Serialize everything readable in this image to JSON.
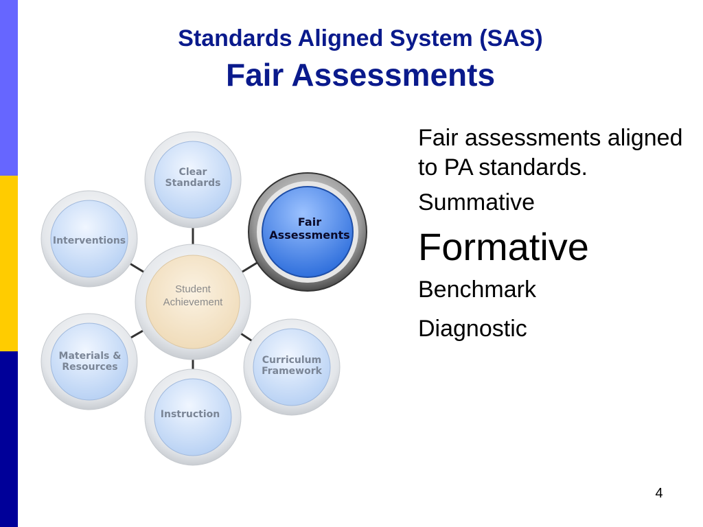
{
  "colors": {
    "bar_top": "#6666ff",
    "bar_mid": "#ffcc00",
    "bar_bot": "#000099",
    "title": "#0a1a8c",
    "node_fill": "#c8dcf8",
    "node_active": "#3a78e0",
    "center_fill": "#f7e6c8"
  },
  "title": {
    "line1": "Standards Aligned System (SAS)",
    "line2": "Fair Assessments"
  },
  "diagram": {
    "center": "Student Achievement",
    "nodes": [
      {
        "id": "clear-standards",
        "label1": "Clear",
        "label2": "Standards",
        "active": false
      },
      {
        "id": "fair-assessments",
        "label1": "Fair",
        "label2": "Assessments",
        "active": true
      },
      {
        "id": "curriculum-framework",
        "label1": "Curriculum",
        "label2": "Framework",
        "active": false
      },
      {
        "id": "instruction",
        "label1": "Instruction",
        "label2": "",
        "active": false
      },
      {
        "id": "materials-resources",
        "label1": "Materials &",
        "label2": "Resources",
        "active": false
      },
      {
        "id": "interventions",
        "label1": "Interventions",
        "label2": "",
        "active": false
      }
    ]
  },
  "bullets": {
    "b1": "Fair assessments aligned to PA standards.",
    "b2": "Summative",
    "b3": "Formative",
    "b4": "Benchmark",
    "b5": "Diagnostic"
  },
  "page_number": "4"
}
